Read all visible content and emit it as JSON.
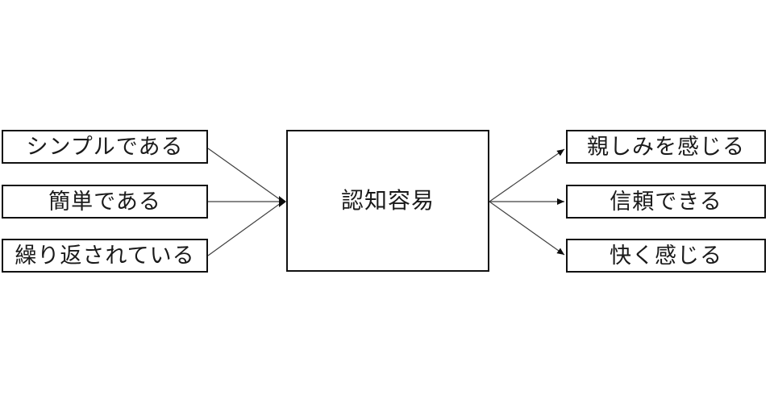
{
  "diagram": {
    "center_node": {
      "label": "認知容易"
    },
    "left_nodes": [
      {
        "label": "シンプルである"
      },
      {
        "label": "簡単である"
      },
      {
        "label": "繰り返されている"
      }
    ],
    "right_nodes": [
      {
        "label": "親しみを感じる"
      },
      {
        "label": "信頼できる"
      },
      {
        "label": "快く感じる"
      }
    ],
    "edges": [
      {
        "from": "シンプルである",
        "to": "認知容易"
      },
      {
        "from": "簡単である",
        "to": "認知容易"
      },
      {
        "from": "繰り返されている",
        "to": "認知容易"
      },
      {
        "from": "認知容易",
        "to": "親しみを感じる"
      },
      {
        "from": "認知容易",
        "to": "信頼できる"
      },
      {
        "from": "認知容易",
        "to": "快く感じる"
      }
    ]
  },
  "colors": {
    "background": "#ffffff",
    "node_fill": "#ffffff",
    "node_border": "#111111",
    "edge_line": "#404040",
    "arrowhead": "#0d0d0d",
    "text": "#1a1a1a"
  }
}
